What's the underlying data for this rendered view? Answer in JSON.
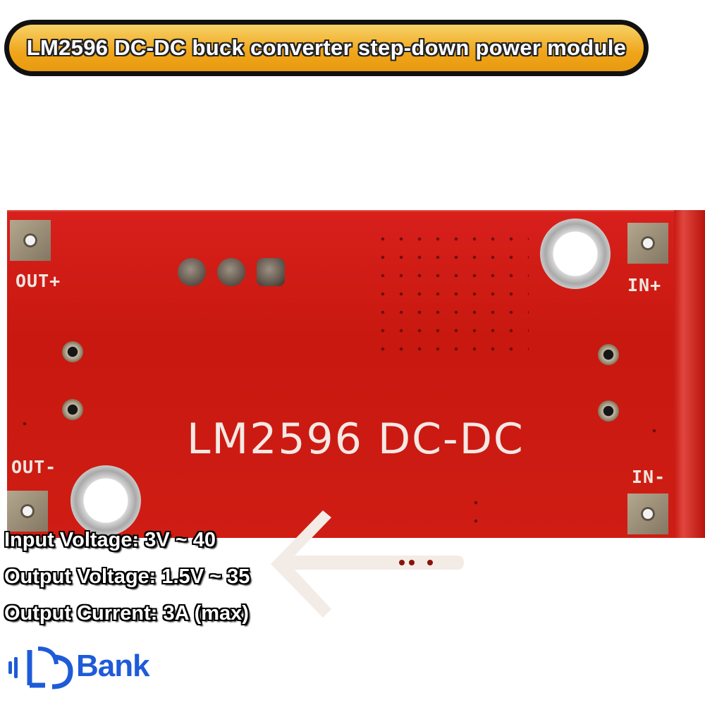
{
  "banner": {
    "title": "LM2596 DC-DC buck converter step-down power module"
  },
  "board": {
    "label_out_plus": "OUT+",
    "label_out_minus": "OUT-",
    "label_in_plus": "IN+",
    "label_in_minus": "IN-",
    "silkscreen_text": "LM2596 DC-DC",
    "color": "#cc1b12"
  },
  "specs": {
    "input_voltage": "Input Voltage: 3V ~ 40",
    "output_voltage": "Output Voltage: 1.5V ~ 35",
    "output_current": "Output Current: 3A (max)"
  },
  "logo": {
    "text": "Bank",
    "color": "#1e5bd8"
  }
}
